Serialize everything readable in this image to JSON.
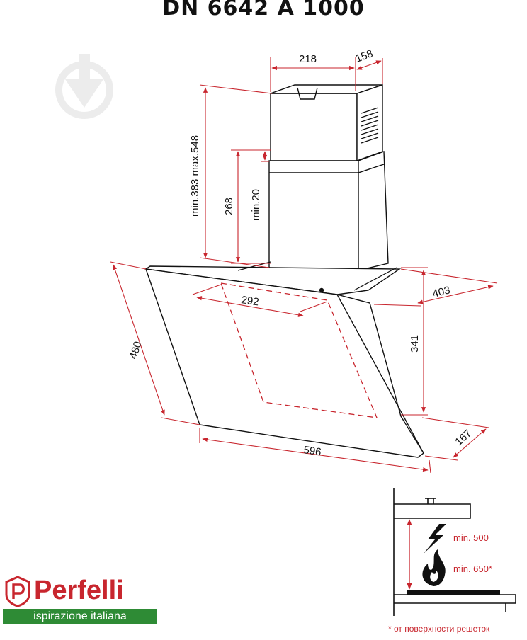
{
  "title": "DN 6642 A 1000",
  "dimensions": {
    "chimney_width": "218",
    "chimney_depth": "158",
    "chimney_height": "min.383 max.548",
    "inner_height": "268",
    "min_gap": "min.20",
    "bracket_width": "292",
    "hood_depth": "403",
    "hood_height": "341",
    "glass_height": "480",
    "base_depth": "167",
    "width": "596"
  },
  "install": {
    "min_electric": "min. 500",
    "min_gas": "min. 650*"
  },
  "brand": {
    "name": "Perfelli",
    "tagline": "ispirazione italiana"
  },
  "footnote": "* от поверхности решеток",
  "colors": {
    "accent": "#c8262e",
    "brand_green": "#2e8b35",
    "line": "#111111"
  },
  "icons": [
    "download-watermark-icon",
    "lightning-icon",
    "flame-icon",
    "perfelli-logo-icon"
  ]
}
